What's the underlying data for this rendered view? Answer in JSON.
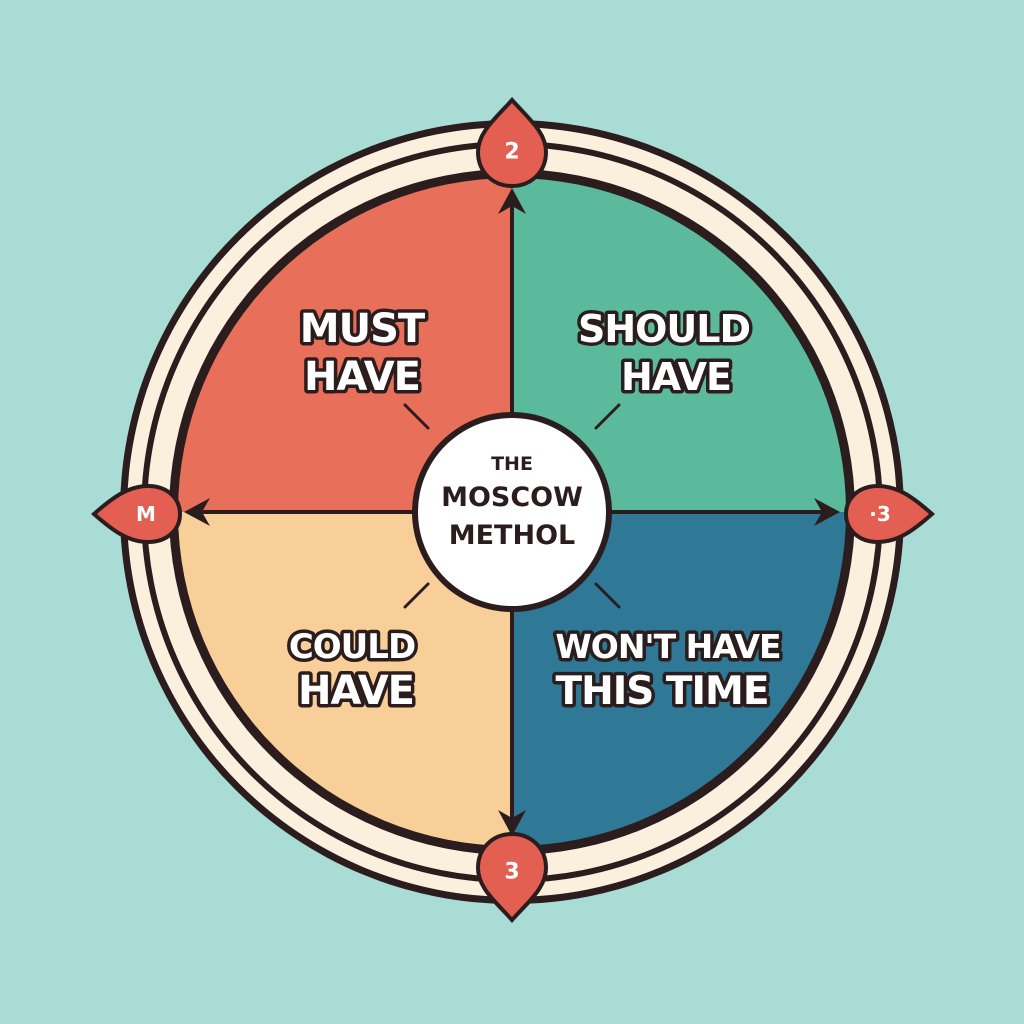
{
  "colors": {
    "background": "#a8dcd4",
    "must": "#e8705a",
    "should": "#5cba9c",
    "could": "#f8cf98",
    "wont": "#2f7896",
    "ring": "#fbefdd",
    "outline": "#2b1d1d",
    "marker": "#e35f52"
  },
  "center": {
    "line1": "THE",
    "line2": "MOSCOW",
    "line3": "METHOL"
  },
  "quadrants": {
    "must": {
      "line1": "MUST",
      "line2": "HAVE"
    },
    "should": {
      "line1": "SHOULD",
      "line2": "HAVE"
    },
    "could": {
      "line1": "COULD",
      "line2": "HAVE"
    },
    "wont": {
      "line1": "WON'T HAVE",
      "line2": "THIS TIME"
    }
  },
  "markers": {
    "top": "2",
    "left": "M",
    "right": "·3",
    "bottom": "3"
  }
}
